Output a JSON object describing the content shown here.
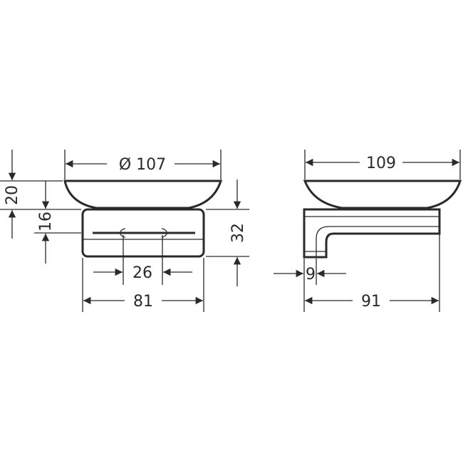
{
  "drawing": {
    "title": "Soap dish technical drawing",
    "units": "mm",
    "front_view": {
      "dimensions": {
        "dish_diameter": "Ø 107",
        "total_height_dish": "20",
        "bracket_height_upper": "16",
        "bracket_height": "32",
        "screw_spacing": "26",
        "bracket_width": "81"
      }
    },
    "side_view": {
      "dimensions": {
        "dish_width": "109",
        "wall_plate_thickness": "9",
        "projection": "91"
      }
    }
  }
}
